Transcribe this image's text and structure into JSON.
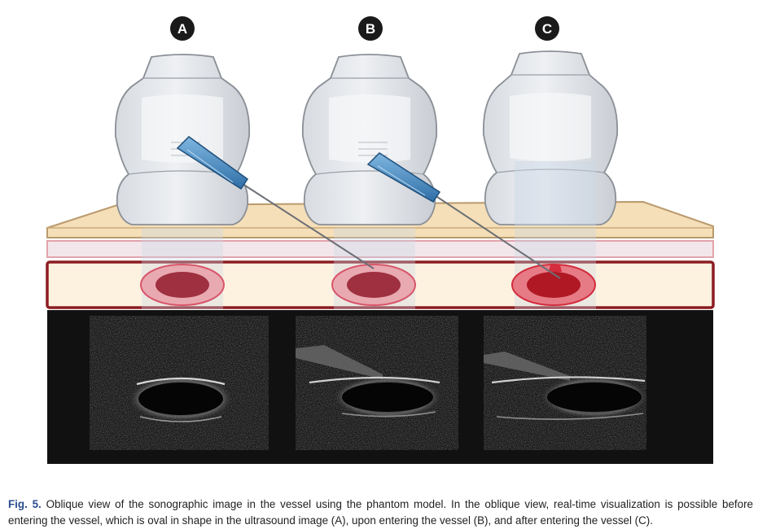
{
  "figure": {
    "panels": [
      {
        "id": "a",
        "label": "A"
      },
      {
        "id": "b",
        "label": "B"
      },
      {
        "id": "c",
        "label": "C"
      }
    ],
    "colors": {
      "label_circle": "#1a1a1a",
      "skin": "#f5dfb8",
      "fascia": "#f3e6ea",
      "tissue": "#fdf1e0",
      "vessel_wall": "#d8556a",
      "vessel_lumen_a": "#9e3040",
      "vessel_lumen_c": "#b01824",
      "needle_hub": "#4a8fc7",
      "ultrasound_bg": "#111111"
    }
  },
  "caption": {
    "fig_label": "Fig. 5.",
    "text": " Oblique view of the sonographic image in the vessel using the phantom model. In the oblique view, real-time visualization is possible before entering the vessel, which is oval in shape in the ultrasound image (A), upon entering the vessel (B), and after entering the vessel (C)."
  }
}
